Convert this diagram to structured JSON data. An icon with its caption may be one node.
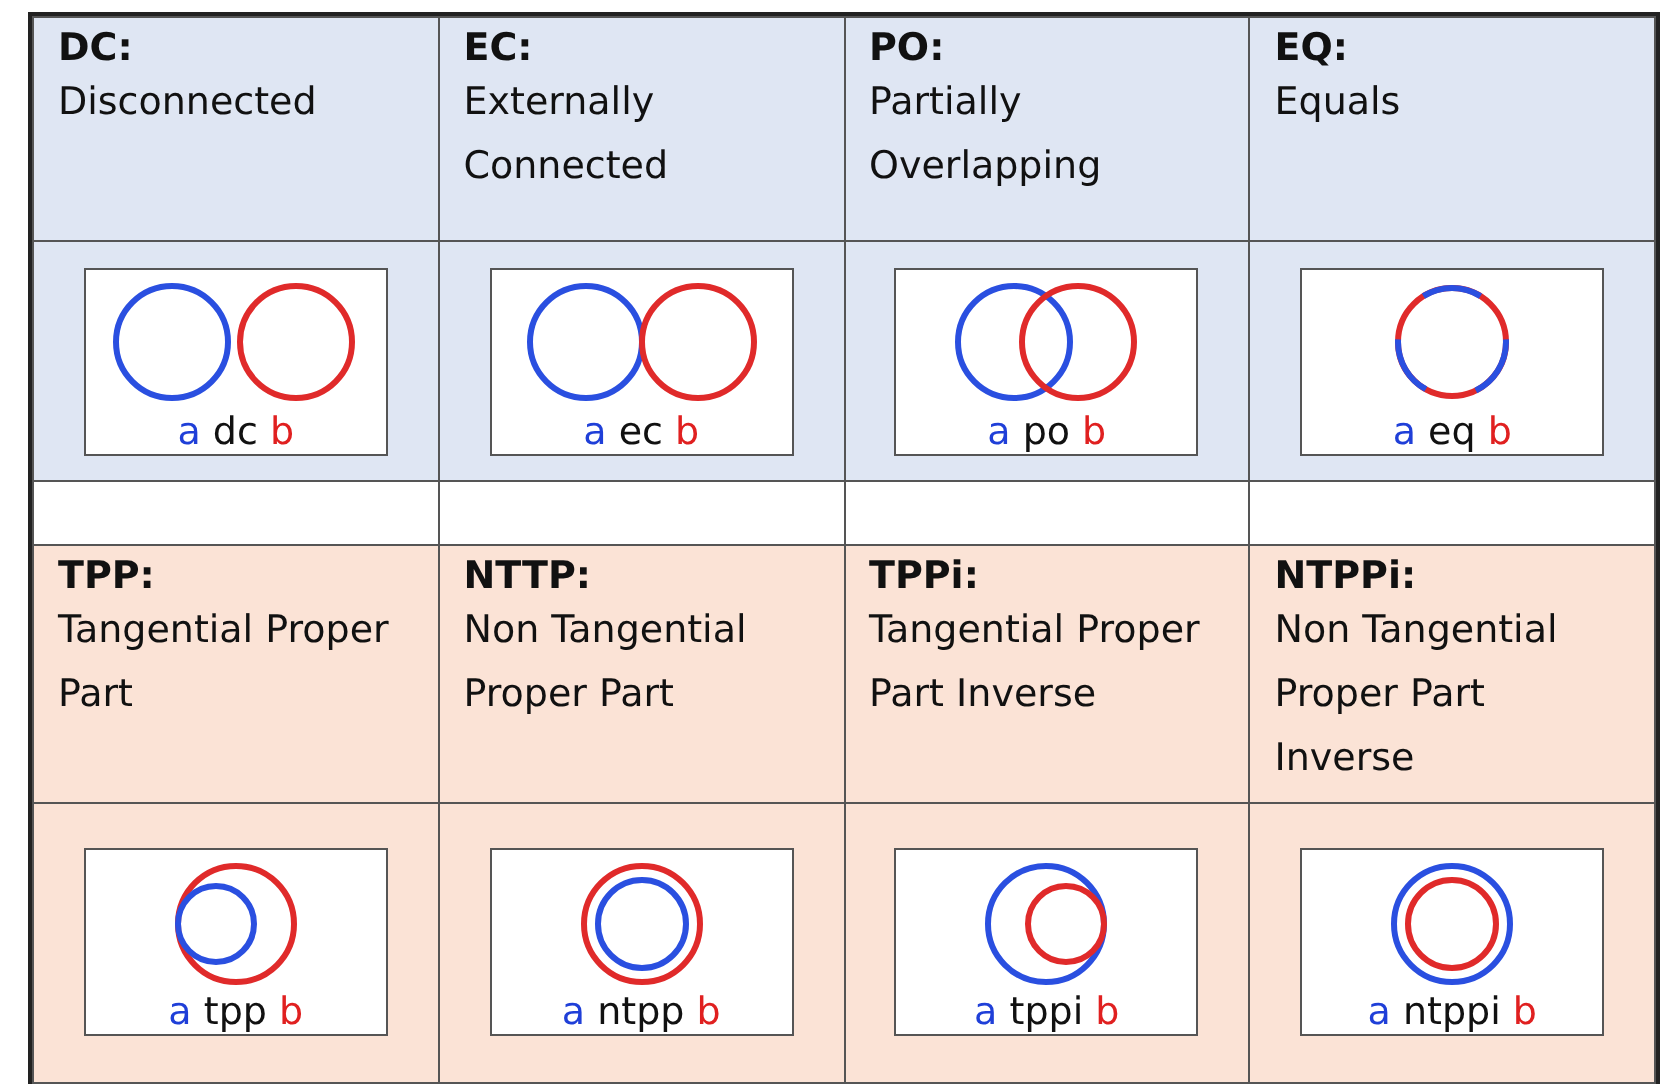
{
  "diagram": {
    "labels": [
      "DC:",
      "Disconnected",
      "EC:",
      "Externally Connected",
      "PO:",
      "Partially Overlapping",
      "EQ:",
      "Equals",
      "a dc b",
      "a ec b",
      "a po b",
      "a eq b",
      "TPP:",
      "Tangential Proper Part",
      "NTTP:",
      "Non Tangential Proper Part",
      "TPPi:",
      "Tangential Proper Part Inverse",
      "NTPPi:",
      "Non Tangential Proper Part Inverse",
      "a tpp b",
      "a ntpp b",
      "a tppi b",
      "a ntppi b"
    ]
  }
}
